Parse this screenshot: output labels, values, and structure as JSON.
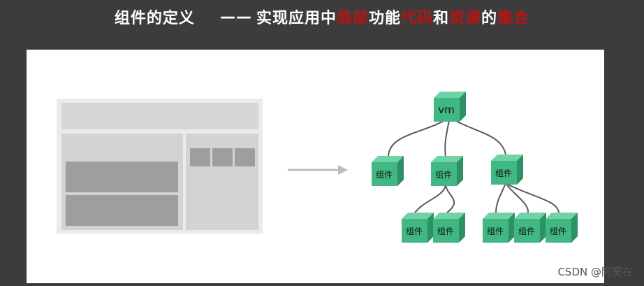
{
  "title": {
    "part1": "组件的定义",
    "dash": "——",
    "part2": "实现应用中",
    "hl1": "局部",
    "part3": "功能",
    "hl2": "代码",
    "part4": "和",
    "hl3": "资源",
    "part5": "的",
    "hl4": "集合"
  },
  "tree": {
    "root_label": "vm",
    "node_label": "组件"
  },
  "colors": {
    "background": "#3c3c3c",
    "highlight": "#b81414",
    "cube_front": "#41b883",
    "cube_top": "#6fd3a6",
    "cube_side": "#2f8f66"
  },
  "watermark": "CSDN @阿昊在"
}
